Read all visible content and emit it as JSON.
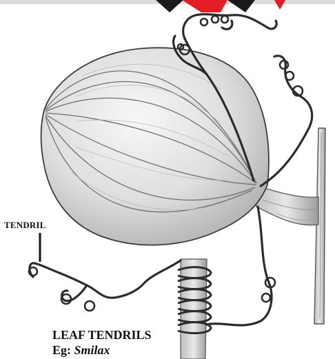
{
  "labels": {
    "tendril": "TENDRIL",
    "caption_title": "LEAF TENDRILS",
    "caption_eg_prefix": "Eg: ",
    "caption_eg_species": "Smilax"
  },
  "colors": {
    "background": "#ffffff",
    "pencil_dark": "#2b2b2b",
    "pencil_mid": "#8a8a8a",
    "leaf_fill": "#e2e2e2",
    "top_logo_black": "#1a1a1a",
    "top_logo_red": "#e21d24"
  }
}
